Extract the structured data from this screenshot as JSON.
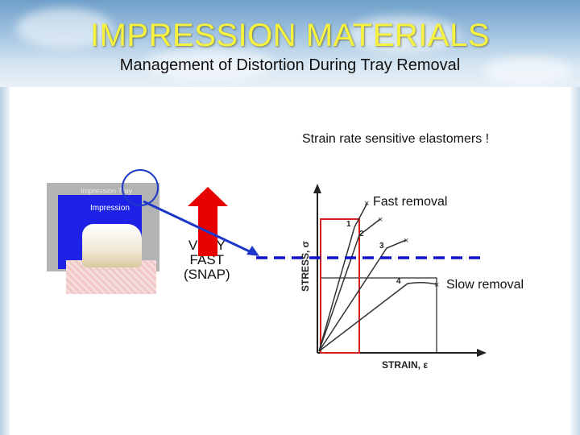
{
  "header": {
    "title": "IMPRESSION MATERIALS",
    "subtitle": "Management of Distortion During Tray Removal"
  },
  "diagram": {
    "strain_note": "Strain rate sensitive elastomers !",
    "tray_label": "Impression Tray",
    "impression_label": "Impression",
    "snap_lines": [
      "VERY",
      "FAST",
      "(SNAP)"
    ],
    "fast_label": "Fast removal",
    "slow_label": "Slow removal",
    "stress_label": "STRESS, σ",
    "strain_label": "STRAIN, ε",
    "curve_numbers": [
      "1",
      "2",
      "3",
      "4"
    ]
  },
  "colors": {
    "title": "#f6f23e",
    "arrow_red": "#e60000",
    "arrow_blue": "#1d38c8",
    "dashed_line": "#1010c8",
    "impression_blue": "#1d22e6",
    "highlight_box": "#d42020"
  }
}
